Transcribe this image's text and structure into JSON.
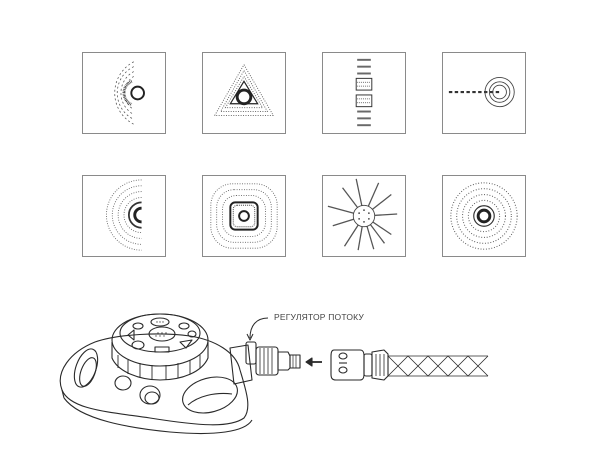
{
  "diagram": {
    "spray_patterns": [
      {
        "id": 1,
        "name": "fan-sector-pattern"
      },
      {
        "id": 2,
        "name": "triangle-pattern"
      },
      {
        "id": 3,
        "name": "line-strip-pattern"
      },
      {
        "id": 4,
        "name": "jet-stream-pattern"
      },
      {
        "id": 5,
        "name": "half-circle-pattern"
      },
      {
        "id": 6,
        "name": "square-pattern"
      },
      {
        "id": 7,
        "name": "multi-jet-star-pattern"
      },
      {
        "id": 8,
        "name": "full-circle-pattern"
      }
    ],
    "callout": {
      "label": "РЕГУЛЯТОР ПОТОКУ"
    },
    "components": [
      "sprinkler-base",
      "flow-regulator",
      "hose-connector",
      "hose-quick-coupler",
      "braided-hose"
    ],
    "colors": {
      "line": "#3a3a3a",
      "box_border": "#8a8a8a",
      "background": "#ffffff"
    }
  }
}
